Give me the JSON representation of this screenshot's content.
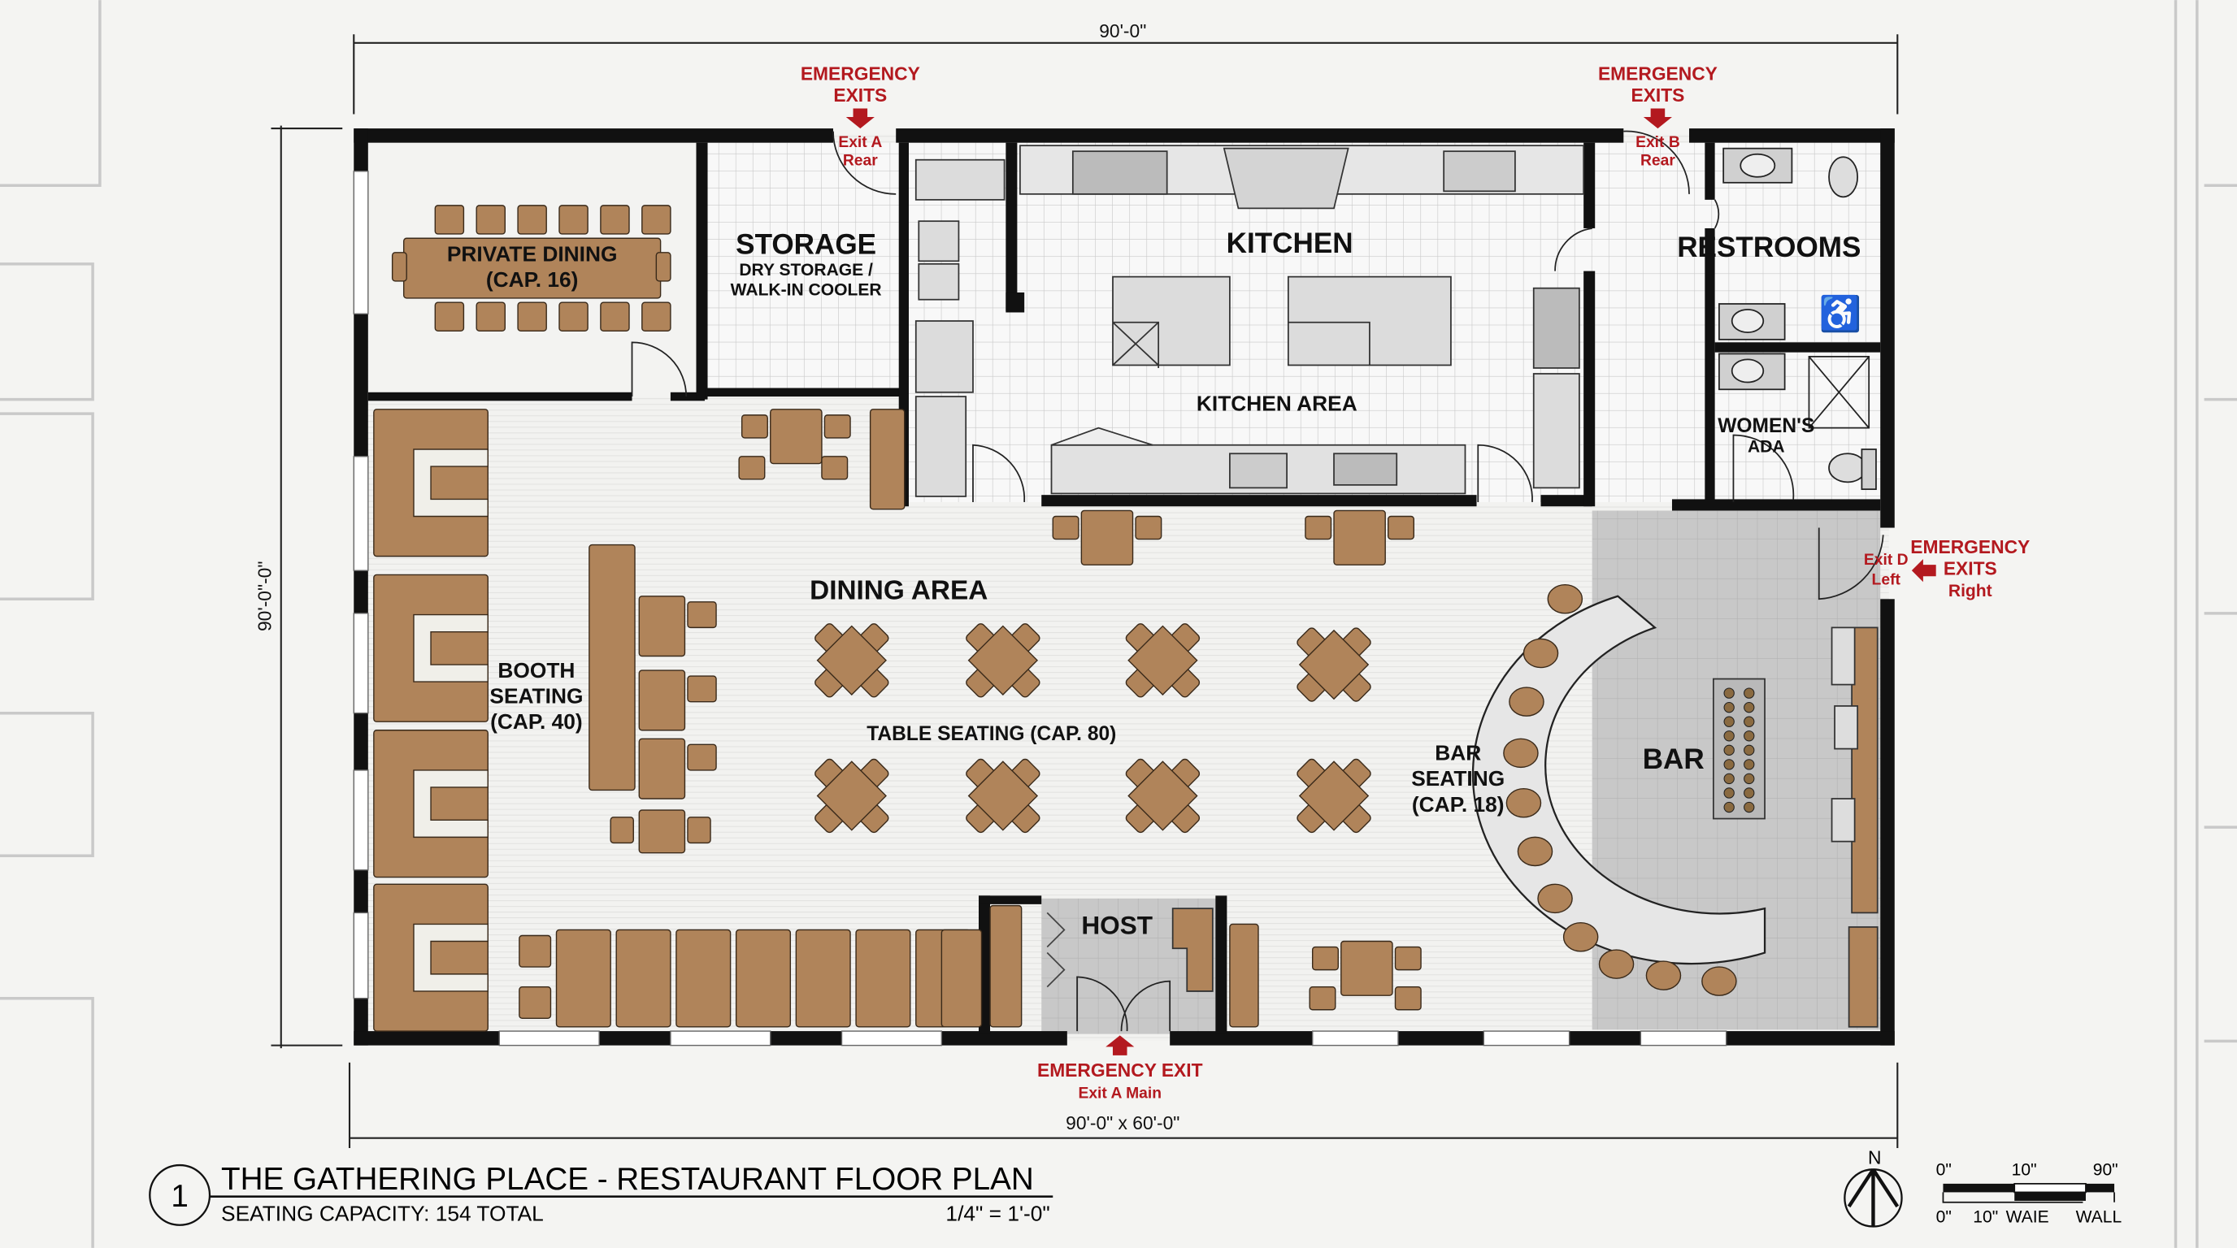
{
  "title_block": {
    "number": "1",
    "title": "THE GATHERING PLACE - RESTAURANT FLOOR PLAN",
    "subtitle": "SEATING CAPACITY: 154 TOTAL",
    "scale": "1/4\" = 1'-0\""
  },
  "dimensions": {
    "top": "90'-0\"",
    "left": "90'-0\"-0\"",
    "bottom": "90'-0\" x 60'-0\""
  },
  "rooms": {
    "private_dining": [
      "PRIVATE DINING",
      "(CAP. 16)"
    ],
    "storage": "STORAGE",
    "storage_sub": [
      "DRY STORAGE /",
      "WALK-IN COOLER"
    ],
    "kitchen": "KITCHEN",
    "kitchen_area": "KITCHEN AREA",
    "restrooms": "RESTROOMS",
    "womens": "WOMEN'S",
    "womens_sub": "ADA",
    "dining_area": "DINING AREA",
    "booth": [
      "BOOTH",
      "SEATING",
      "(CAP. 40)"
    ],
    "table_seating": "TABLE SEATING (CAP. 80)",
    "bar_seating": [
      "BAR",
      "SEATING",
      "(CAP. 18)"
    ],
    "bar": "BAR",
    "host": "HOST"
  },
  "exits": {
    "exit_a_rear": {
      "heading": [
        "EMERGENCY",
        "EXITS"
      ],
      "label": [
        "Exit A",
        "Rear"
      ]
    },
    "exit_b_rear": {
      "heading": [
        "EMERGENCY",
        "EXITS"
      ],
      "label": [
        "Exit B",
        "Rear"
      ]
    },
    "exit_d": {
      "heading": [
        "EMERGENCY",
        "EXITS",
        "Right"
      ],
      "label": [
        "Exit D",
        "Left"
      ]
    },
    "exit_main": {
      "heading": "EMERGENCY EXIT",
      "label": "Exit A Main"
    }
  },
  "north_arrow": "N",
  "scale_bar": {
    "top_labels": [
      "0\"",
      "10\"",
      "90\""
    ],
    "bottom_labels": [
      "0\"",
      "10\"",
      "WAIE",
      "WALL"
    ]
  },
  "colors": {
    "wall": "#111111",
    "furniture": "#b0845a",
    "emergency": "#b3191f",
    "bar_floor": "#c9c9c9",
    "tile": "#f7f7f7"
  }
}
